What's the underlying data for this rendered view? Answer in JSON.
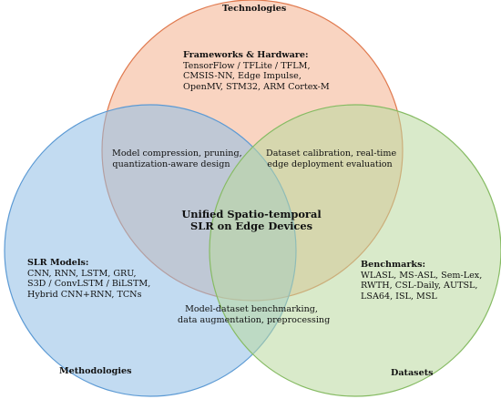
{
  "sets": {
    "technologies": {
      "label": "Technologies",
      "fill": "#f4b08e",
      "stroke": "#e07a4f"
    },
    "methodologies": {
      "label": "Methodologies",
      "fill": "#8fbde6",
      "stroke": "#5c9ad4"
    },
    "datasets": {
      "label": "Datasets",
      "fill": "#b9d89e",
      "stroke": "#86bb63"
    }
  },
  "regions": {
    "technologies": {
      "title": "Frameworks & Hardware:",
      "lines": [
        "TensorFlow / TFLite / TFLM,",
        "CMSIS-NN, Edge Impulse,",
        "OpenMV, STM32, ARM Cortex-M"
      ]
    },
    "methodologies": {
      "title": "SLR Models:",
      "lines": [
        "CNN, RNN, LSTM, GRU,",
        "S3D / ConvLSTM / BiLSTM,",
        "Hybrid CNN+RNN, TCNs"
      ]
    },
    "datasets": {
      "title": "Benchmarks:",
      "lines": [
        "WLASL, MS-ASL, Sem-Lex,",
        "RWTH, CSL-Daily, AUTSL,",
        "LSA64, ISL, MSL"
      ]
    },
    "tech_method": {
      "lines": [
        "Model compression, pruning,",
        "quantization-aware design"
      ]
    },
    "tech_data": {
      "lines": [
        "Dataset calibration, real-time",
        "edge deployment evaluation"
      ]
    },
    "method_data": {
      "lines": [
        "Model-dataset benchmarking,",
        "data augmentation, preprocessing"
      ]
    },
    "center": {
      "lines": [
        "Unified Spatio-temporal",
        "SLR on Edge Devices"
      ]
    }
  }
}
